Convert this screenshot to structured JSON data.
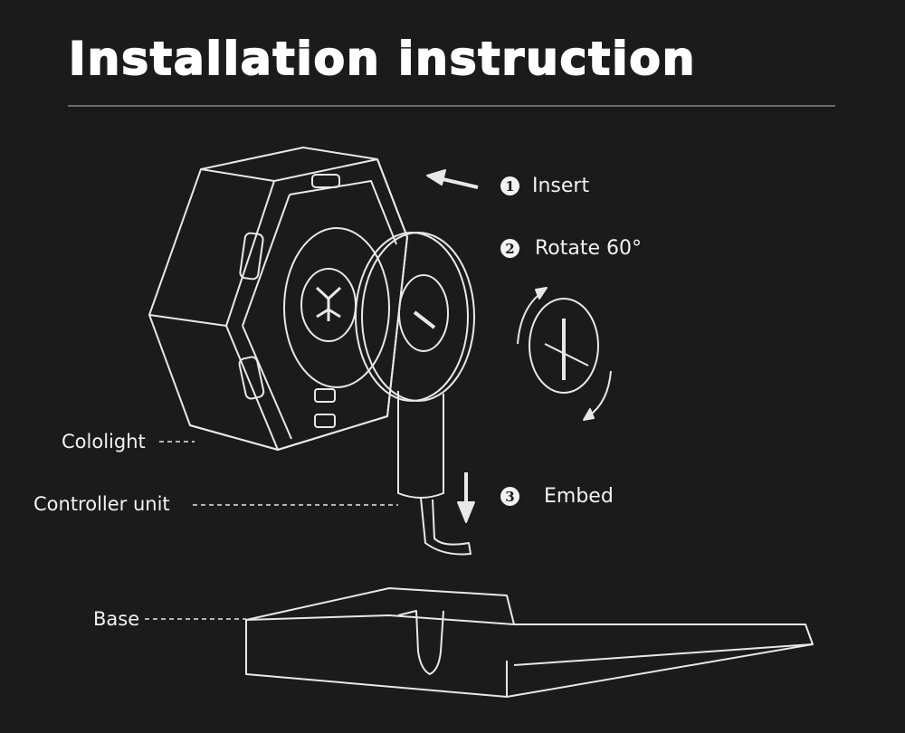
{
  "title": "Installation instruction",
  "steps": [
    {
      "number": "1",
      "label": "Insert"
    },
    {
      "number": "2",
      "label": "Rotate 60°"
    },
    {
      "number": "3",
      "label": "Embed"
    }
  ],
  "callouts": {
    "cololight": "Cololight",
    "controller": "Controller unit",
    "base": "Base"
  },
  "colors": {
    "background": "#1b1b1b",
    "line": "#e8e8e8",
    "rule": "#6a6a6a"
  }
}
